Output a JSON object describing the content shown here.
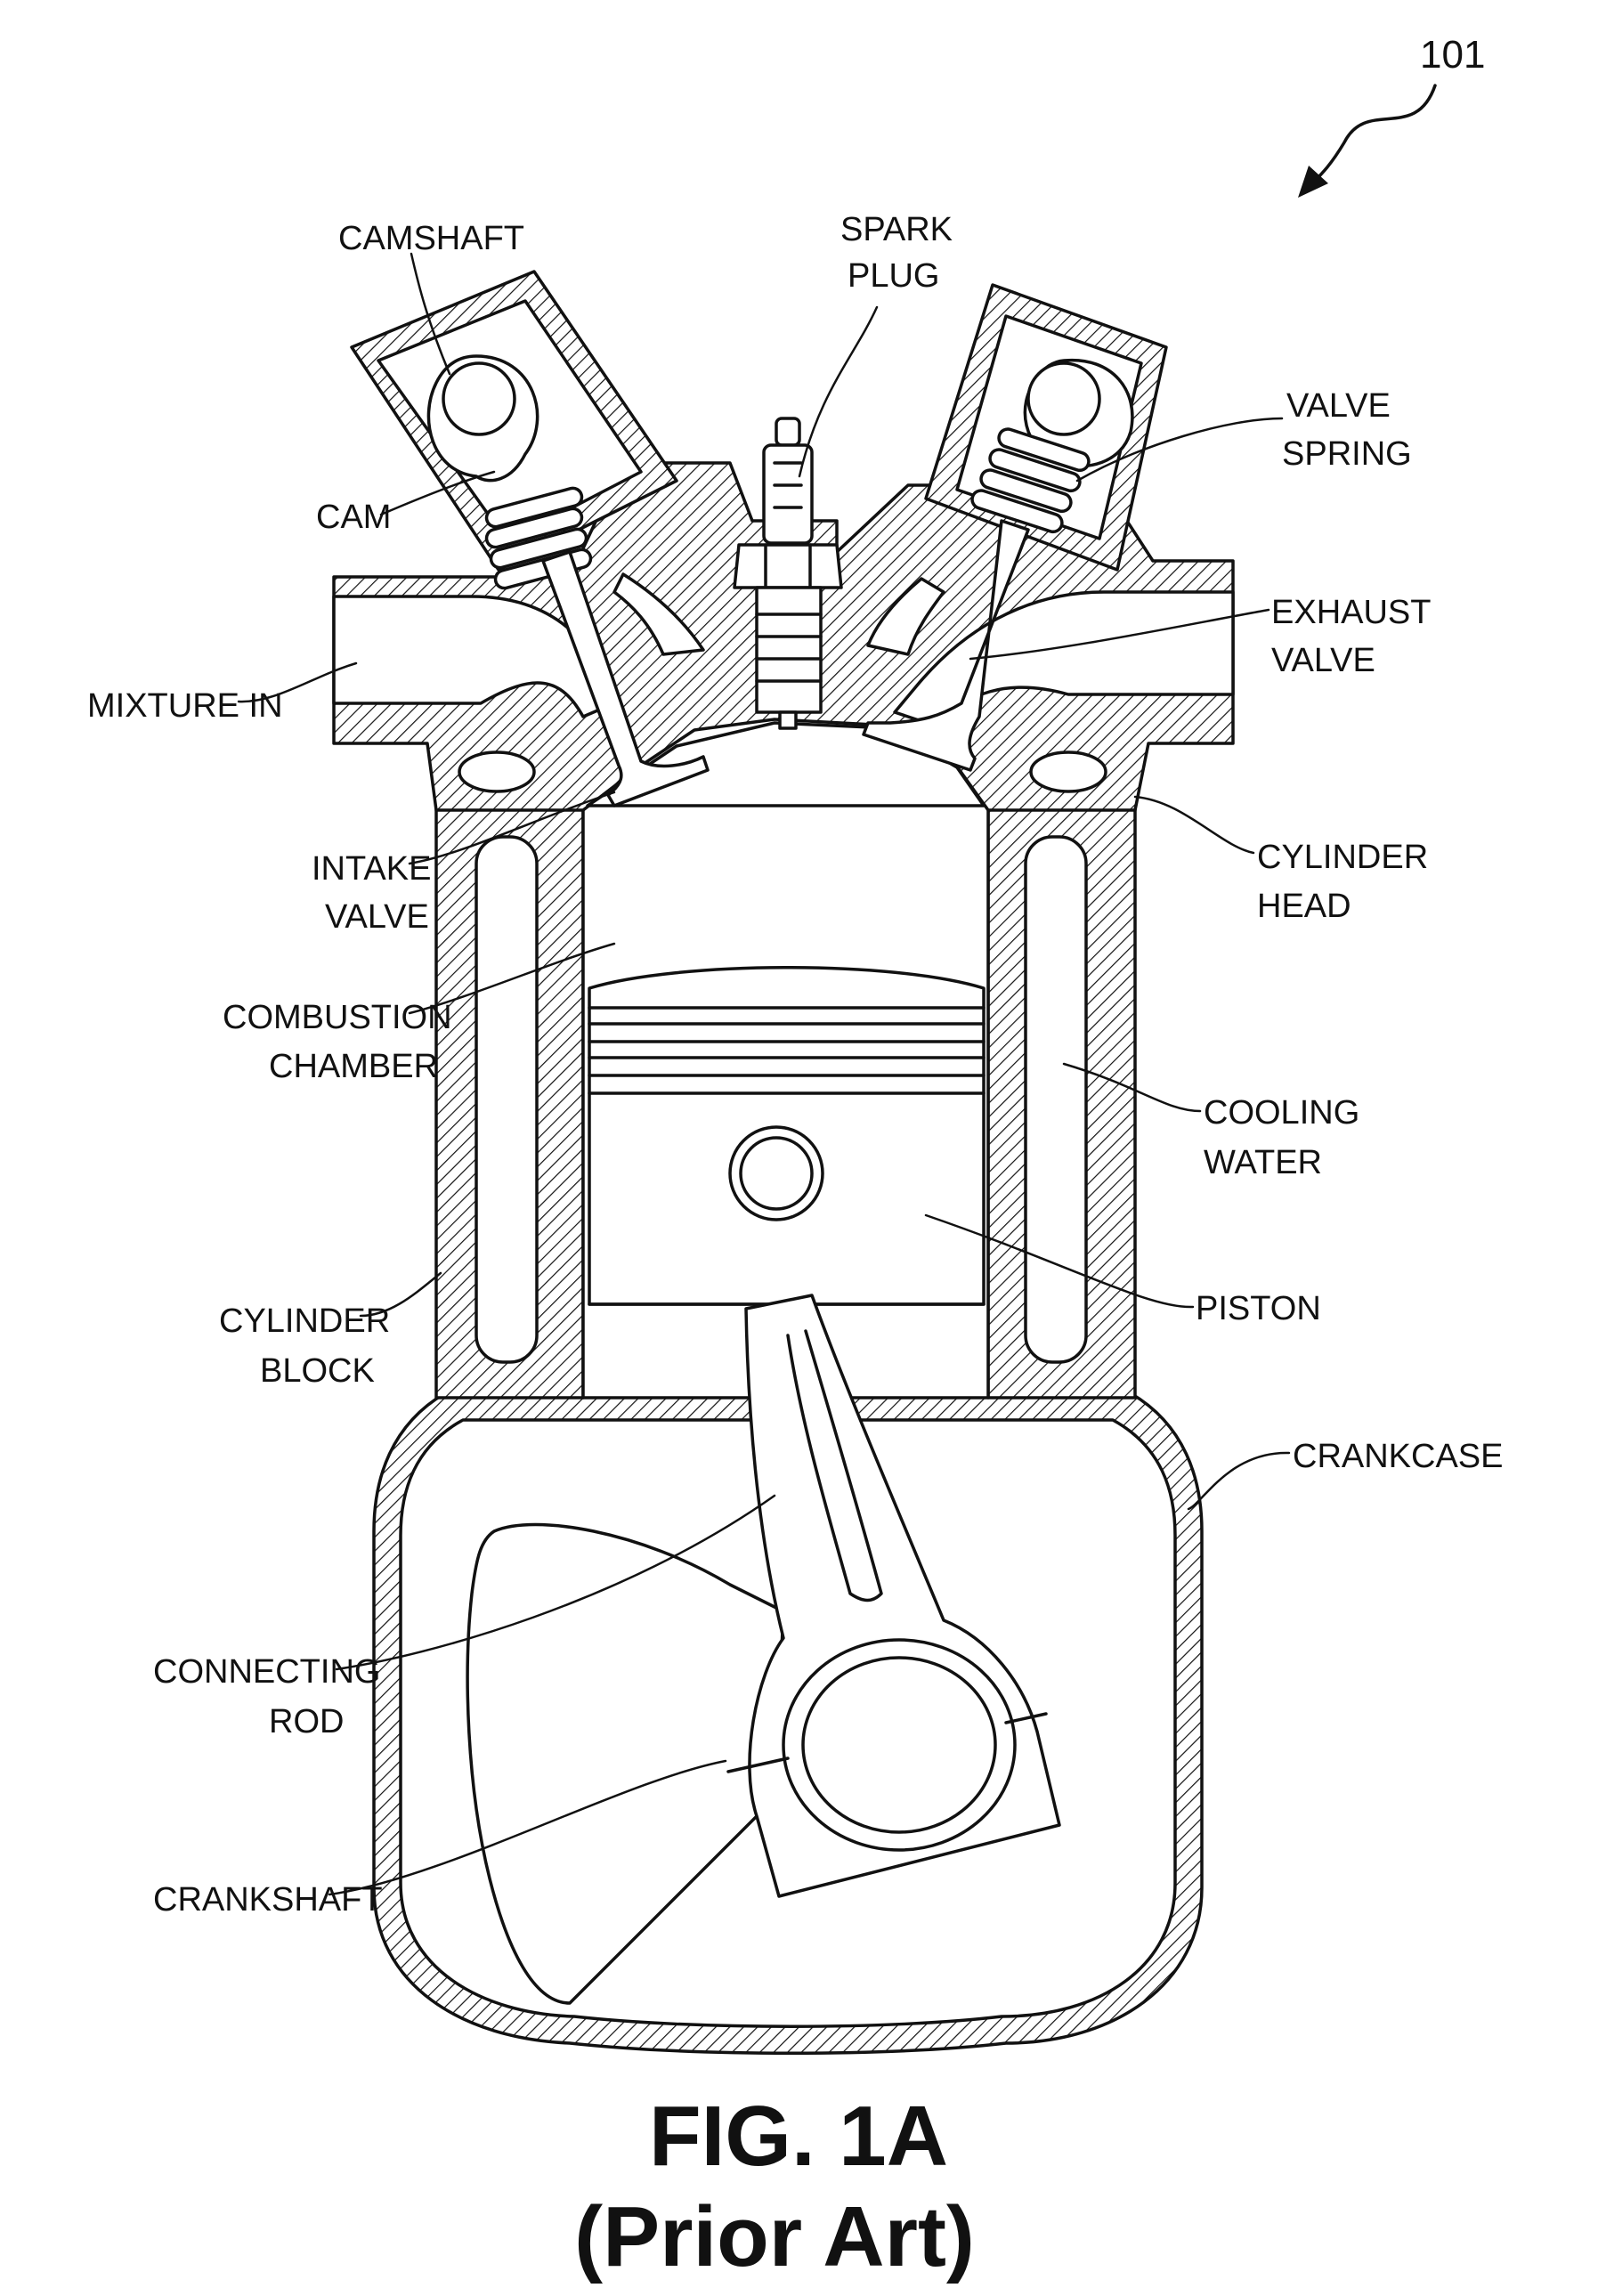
{
  "figure": {
    "reference_numeral": "101",
    "caption_line1": "FIG. 1A",
    "caption_line2": "(Prior Art)"
  },
  "labels": {
    "camshaft": "CAMSHAFT",
    "spark_plug": [
      "SPARK",
      "PLUG"
    ],
    "valve_spring": [
      "VALVE",
      "SPRING"
    ],
    "cam": "CAM",
    "exhaust_valve": [
      "EXHAUST",
      "VALVE"
    ],
    "mixture_in": "MIXTURE IN",
    "cylinder_head": [
      "CYLINDER",
      "HEAD"
    ],
    "intake_valve": [
      "INTAKE",
      "VALVE"
    ],
    "combustion_chamber": [
      "COMBUSTION",
      "CHAMBER"
    ],
    "cooling_water": [
      "COOLING",
      "WATER"
    ],
    "piston": "PISTON",
    "cylinder_block": [
      "CYLINDER",
      "BLOCK"
    ],
    "crankcase": "CRANKCASE",
    "connecting_rod": [
      "CONNECTING",
      "ROD"
    ],
    "crankshaft": "CRANKSHAFT"
  },
  "colors": {
    "ink": "#111111",
    "background": "#ffffff"
  }
}
